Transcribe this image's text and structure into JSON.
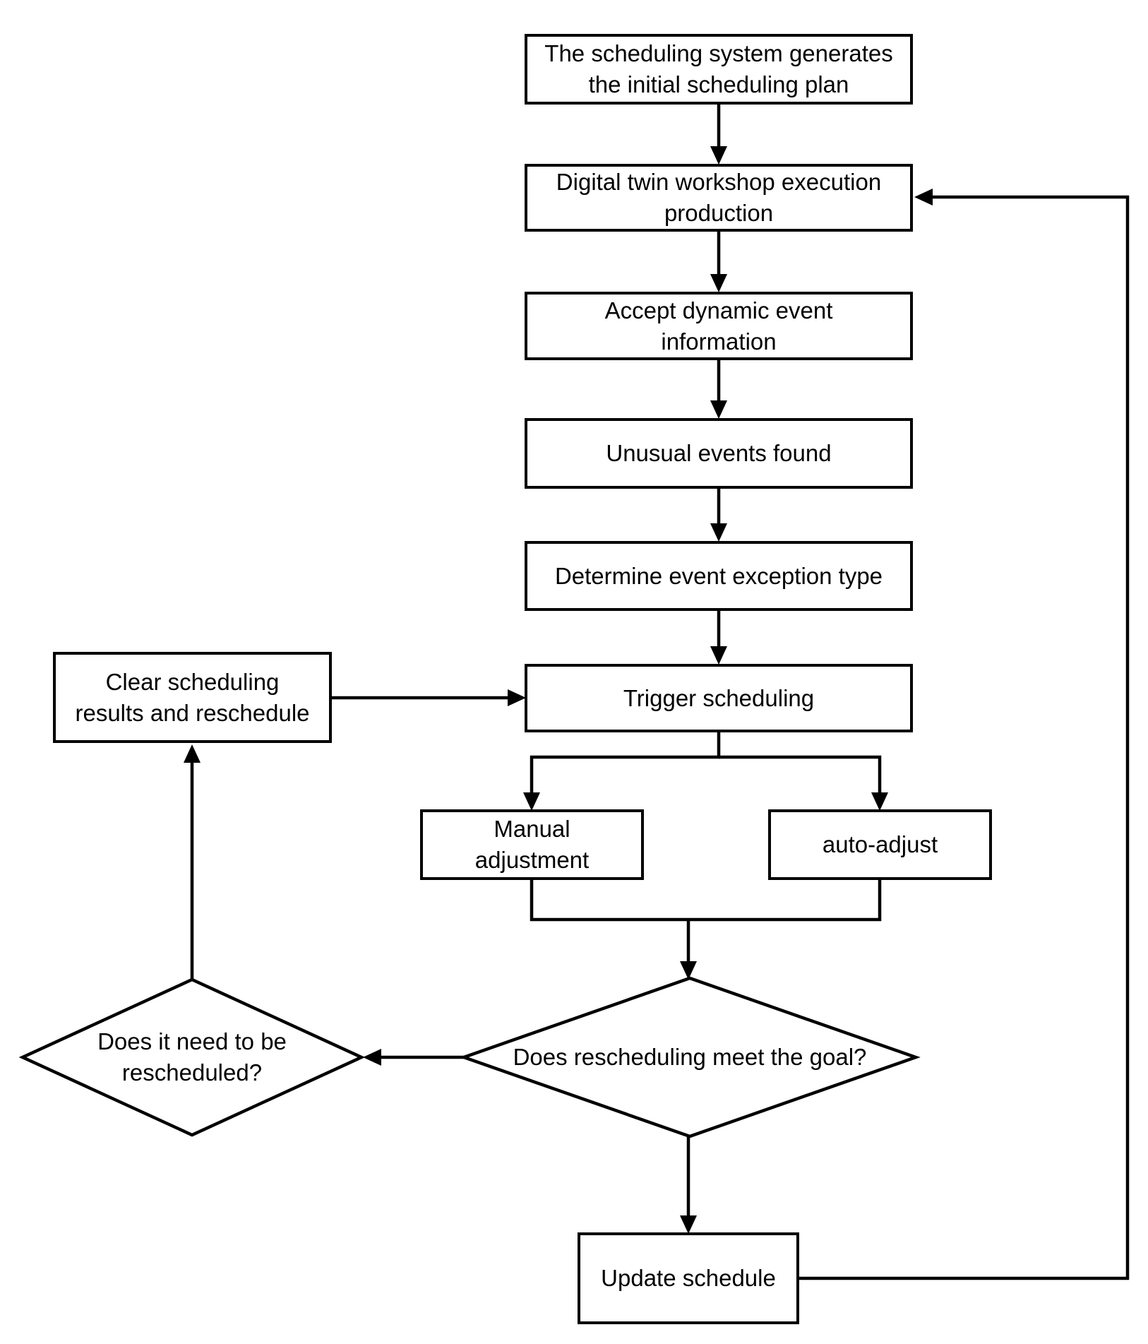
{
  "diagram": {
    "type": "flowchart",
    "colors": {
      "stroke": "#000000",
      "fill": "#ffffff",
      "text": "#000000"
    },
    "nodes": [
      {
        "id": "start",
        "shape": "rect",
        "label": "The scheduling system generates the initial scheduling plan",
        "lines": [
          "The scheduling system generates",
          "the initial scheduling plan"
        ]
      },
      {
        "id": "execute",
        "shape": "rect",
        "label": "Digital twin workshop execution production",
        "lines": [
          "Digital twin workshop execution",
          "production"
        ]
      },
      {
        "id": "accept",
        "shape": "rect",
        "label": "Accept dynamic event information",
        "lines": [
          "Accept dynamic event",
          "information"
        ]
      },
      {
        "id": "unusual",
        "shape": "rect",
        "label": "Unusual events found",
        "lines": [
          "Unusual events found"
        ]
      },
      {
        "id": "determine",
        "shape": "rect",
        "label": "Determine event exception type",
        "lines": [
          "Determine event exception type"
        ]
      },
      {
        "id": "trigger",
        "shape": "rect",
        "label": "Trigger scheduling",
        "lines": [
          "Trigger scheduling"
        ]
      },
      {
        "id": "manual",
        "shape": "rect",
        "label": "Manual adjustment",
        "lines": [
          "Manual",
          "adjustment"
        ]
      },
      {
        "id": "auto",
        "shape": "rect",
        "label": "auto-adjust",
        "lines": [
          "auto-adjust"
        ]
      },
      {
        "id": "clear",
        "shape": "rect",
        "label": "Clear scheduling results and reschedule",
        "lines": [
          "Clear scheduling",
          "results and reschedule"
        ]
      },
      {
        "id": "goal",
        "shape": "diamond",
        "label": "Does rescheduling meet the goal?",
        "lines": [
          "Does rescheduling meet the goal?"
        ]
      },
      {
        "id": "need",
        "shape": "diamond",
        "label": "Does it need to be rescheduled?",
        "lines": [
          "Does it need to be",
          "rescheduled?"
        ]
      },
      {
        "id": "update",
        "shape": "rect",
        "label": "Update schedule",
        "lines": [
          "Update schedule"
        ]
      }
    ],
    "edges": [
      {
        "from": "start",
        "to": "execute",
        "kind": "arrow-down"
      },
      {
        "from": "execute",
        "to": "accept",
        "kind": "arrow-down"
      },
      {
        "from": "accept",
        "to": "unusual",
        "kind": "arrow-down"
      },
      {
        "from": "unusual",
        "to": "determine",
        "kind": "arrow-down"
      },
      {
        "from": "determine",
        "to": "trigger",
        "kind": "arrow-down"
      },
      {
        "from": "clear",
        "to": "trigger",
        "kind": "arrow-right"
      },
      {
        "from": "trigger",
        "to": "manual",
        "kind": "branch-down"
      },
      {
        "from": "trigger",
        "to": "auto",
        "kind": "branch-down"
      },
      {
        "from": "manual",
        "to": "goal",
        "kind": "merge-down"
      },
      {
        "from": "auto",
        "to": "goal",
        "kind": "merge-down"
      },
      {
        "from": "goal",
        "to": "need",
        "kind": "arrow-left"
      },
      {
        "from": "goal",
        "to": "update",
        "kind": "arrow-down"
      },
      {
        "from": "need",
        "to": "clear",
        "kind": "arrow-up"
      },
      {
        "from": "update",
        "to": "execute",
        "kind": "feedback-loop"
      }
    ]
  }
}
